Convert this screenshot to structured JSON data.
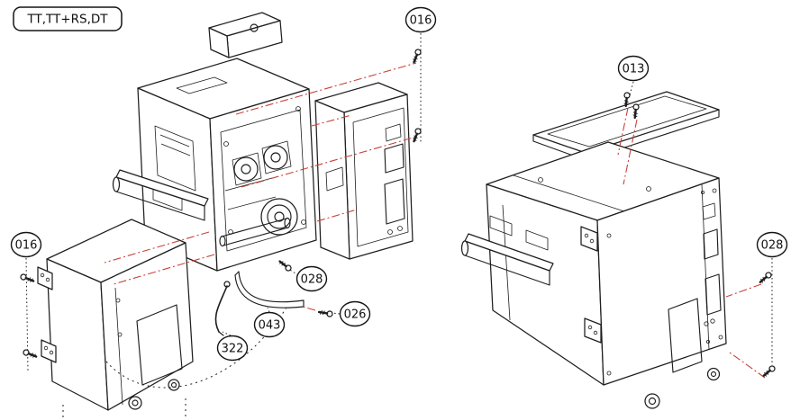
{
  "diagram": {
    "variant_label": "TT,TT+RS,DT",
    "callouts": [
      {
        "id": "016-top",
        "label": "016"
      },
      {
        "id": "016-left",
        "label": "016"
      },
      {
        "id": "013",
        "label": "013"
      },
      {
        "id": "028-mechanism",
        "label": "028"
      },
      {
        "id": "026",
        "label": "026"
      },
      {
        "id": "043",
        "label": "043"
      },
      {
        "id": "322",
        "label": "322"
      },
      {
        "id": "028-right",
        "label": "028"
      }
    ]
  }
}
